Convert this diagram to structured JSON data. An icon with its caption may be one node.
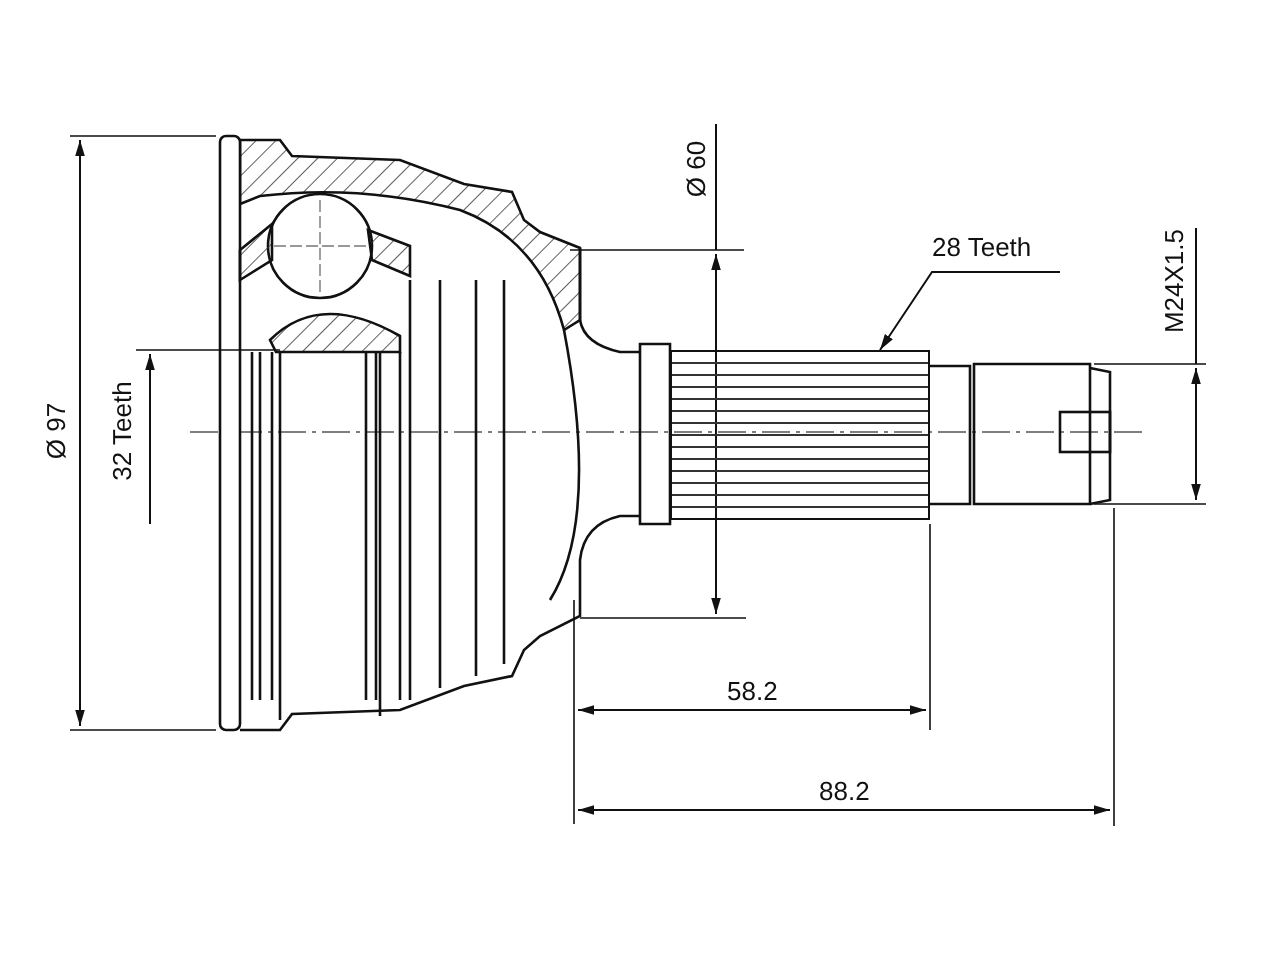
{
  "diagram": {
    "nodes": [
      {
        "text": [
          "28 Teeth"
        ]
      },
      {
        "text": [],
        "shape": "picture"
      }
    ],
    "edges": [
      {
        "from": 0,
        "to": 1,
        "arrow": "to"
      }
    ],
    "labels": [
      "Ø 97",
      "32 Teeth",
      "Ø 60",
      "M24X1.5",
      "58.2",
      "88.2"
    ]
  }
}
